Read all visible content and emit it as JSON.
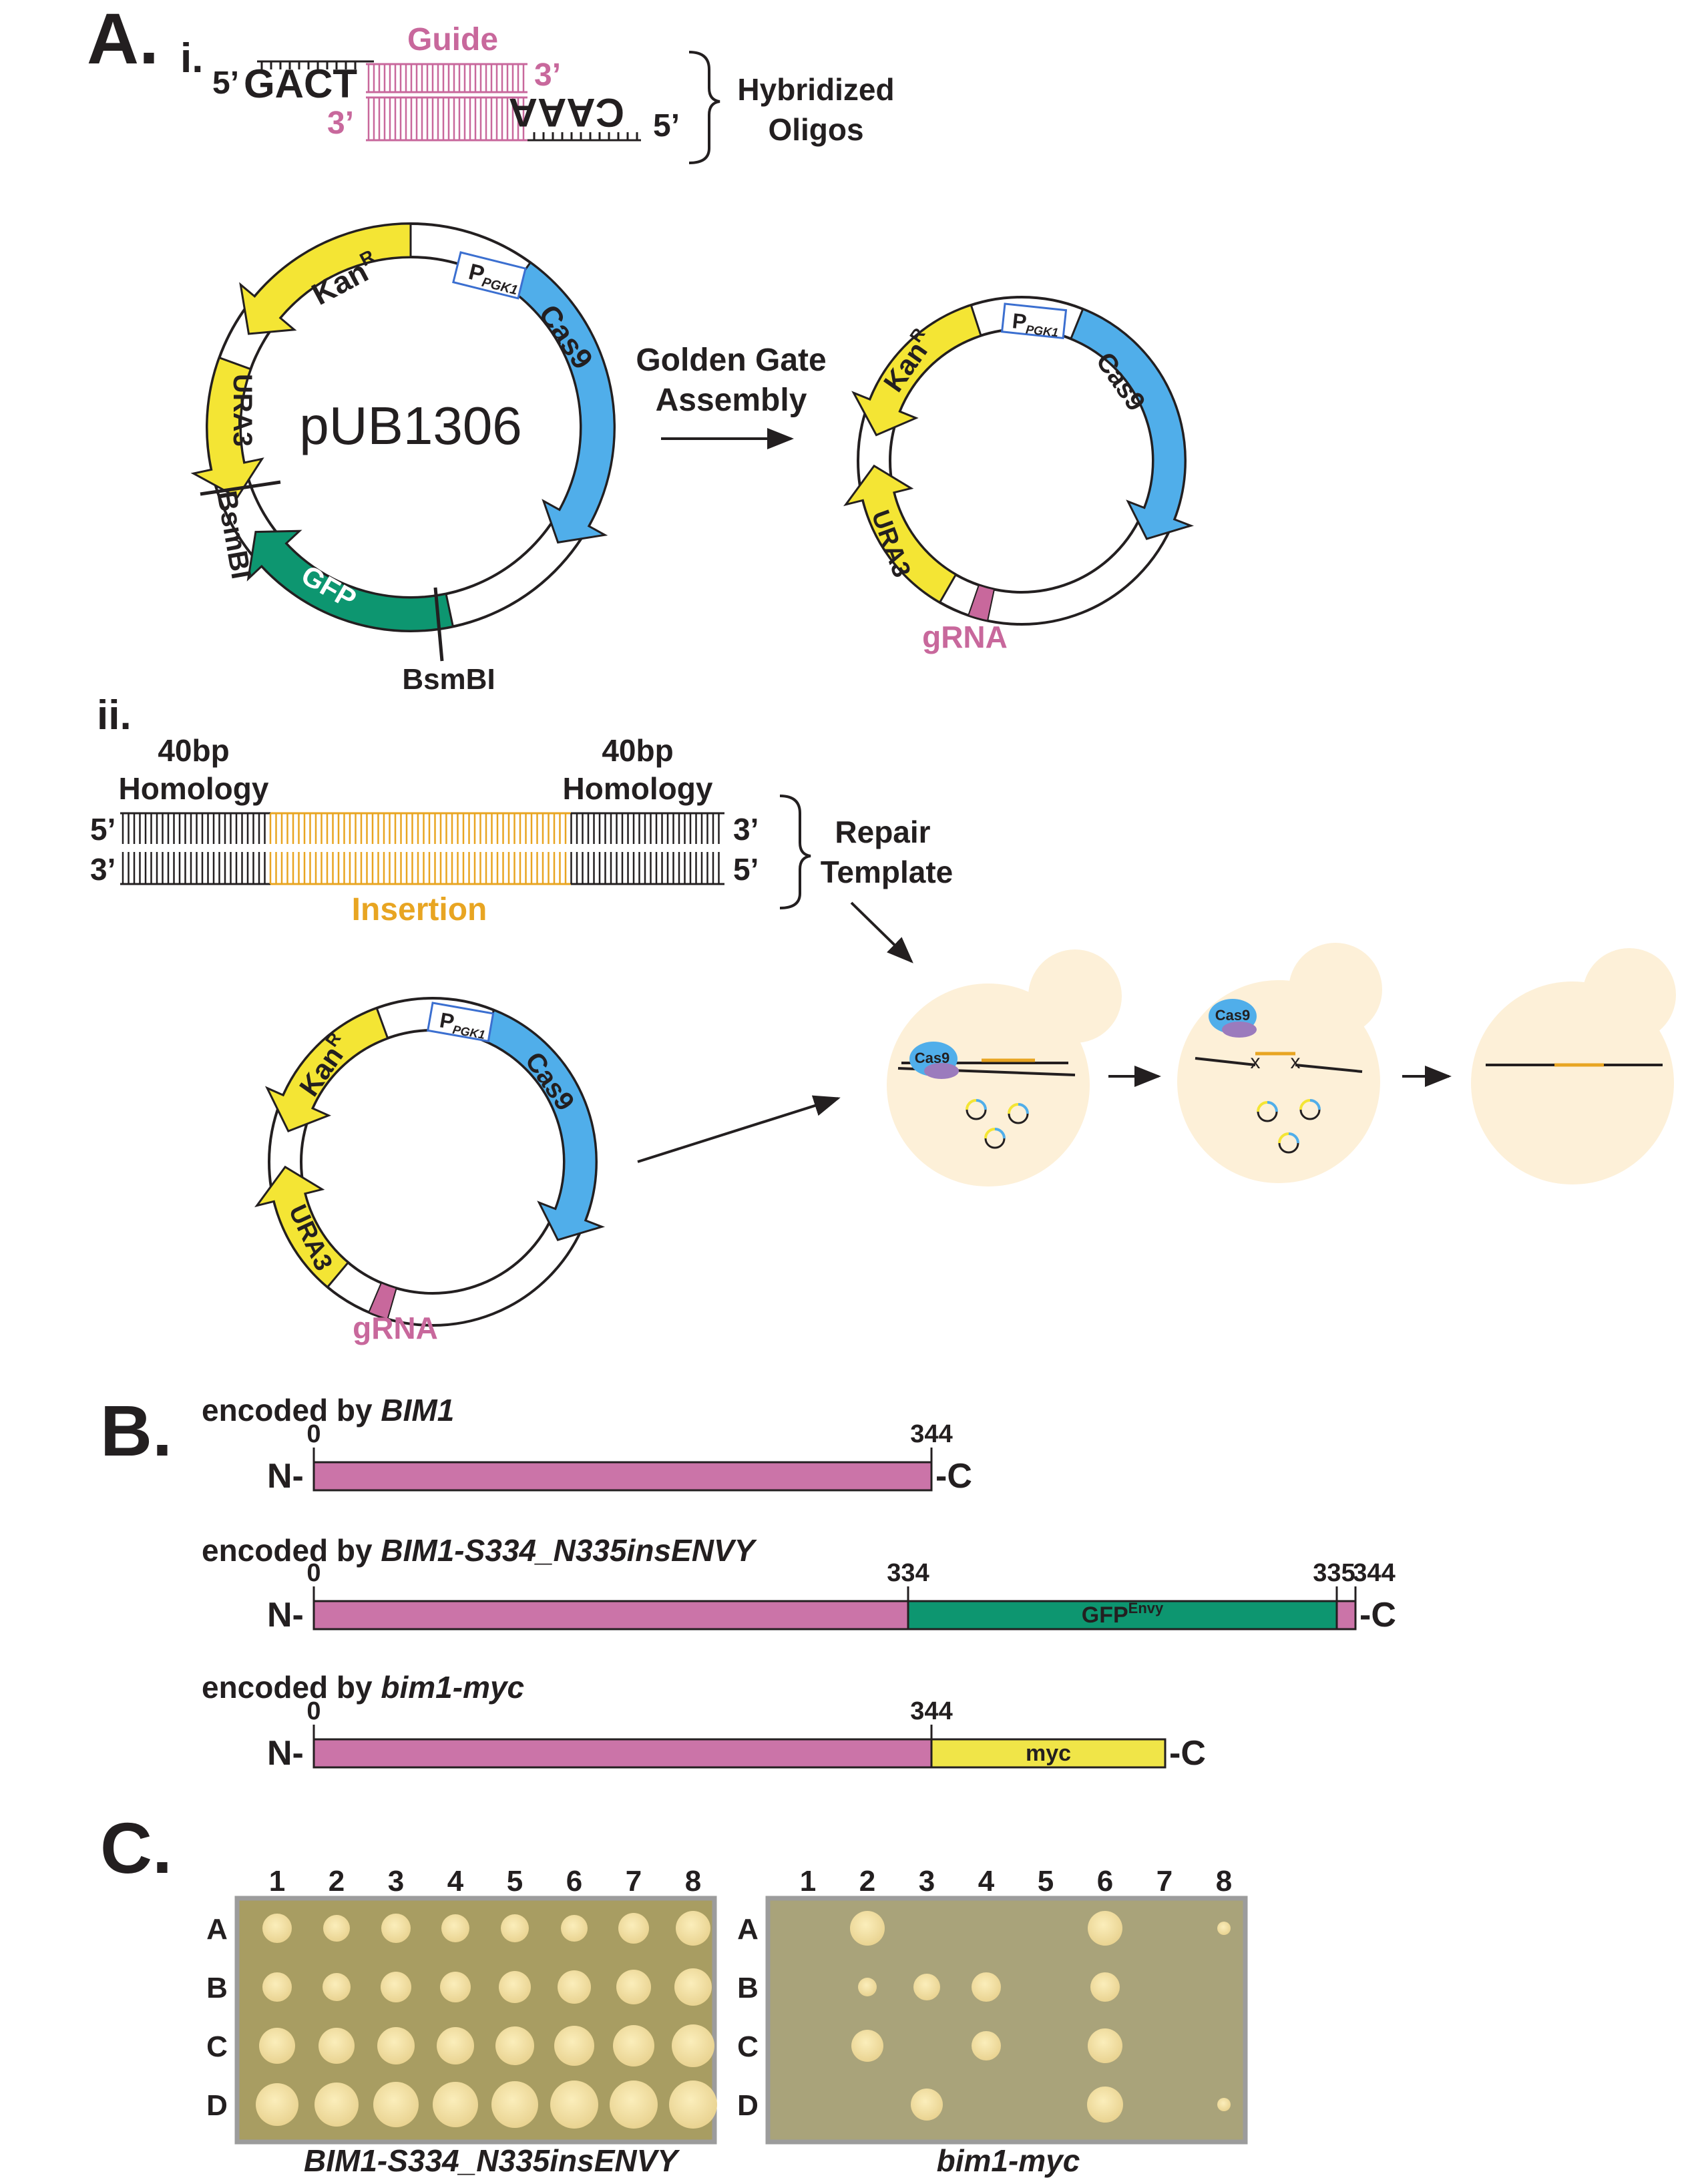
{
  "panel_labels": {
    "a": "A.",
    "b": "B.",
    "c": "C."
  },
  "subpanels": {
    "i": "i.",
    "ii": "ii."
  },
  "oligos": {
    "top_5": "5’",
    "top_seq": "GACT",
    "guide": "Guide",
    "top_3": "3’",
    "bot_3": "3’",
    "bot_seq": "CAAA",
    "bot_5": "5’",
    "bracket_line1": "Hybridized",
    "bracket_line2": "Oligos"
  },
  "plasmid_big": {
    "name": "pUB1306",
    "kan": "Kan",
    "kan_sup": "R",
    "promoter": "P",
    "promoter_sub": "PGK1",
    "cas9": "Cas9",
    "ura3": "URA3",
    "gfp": "GFP",
    "bsmbi_1": "BsmBI",
    "bsmbi_2": "BsmBI"
  },
  "arrow_label": {
    "line1": "Golden Gate",
    "line2": "Assembly"
  },
  "plasmid_small": {
    "kan": "Kan",
    "kan_sup": "R",
    "promoter": "P",
    "promoter_sub": "PGK1",
    "cas9": "Cas9",
    "ura3": "URA3",
    "grna": "gRNA"
  },
  "repair": {
    "hom_left_1": "40bp",
    "hom_left_2": "Homology",
    "hom_right_1": "40bp",
    "hom_right_2": "Homology",
    "top_5": "5’",
    "top_3": "3’",
    "bot_3": "3’",
    "bot_5": "5’",
    "insertion": "Insertion",
    "bracket_line1": "Repair",
    "bracket_line2": "Template"
  },
  "cells": {
    "cas9_1": "Cas9",
    "cas9_2": "Cas9",
    "cross_1": "x",
    "cross_2": "x"
  },
  "proteins": [
    {
      "title_prefix": "encoded by ",
      "title_gene": "BIM1",
      "n": "N-",
      "c": "-C",
      "marks": [
        "0",
        "344"
      ],
      "segments": [
        {
          "label": "",
          "from": 0,
          "to": 344,
          "color": "#cb74a8"
        }
      ]
    },
    {
      "title_prefix": "encoded by ",
      "title_gene": "BIM1-S334_N335insENVY",
      "n": "N-",
      "c": "-C",
      "marks": [
        "0",
        "334",
        "335",
        "344"
      ],
      "segments": [
        {
          "label": "",
          "color": "#cb74a8"
        },
        {
          "label": "GFP",
          "label_sup": "Envy",
          "color": "#0d9670"
        },
        {
          "label": "",
          "color": "#cb74a8"
        }
      ]
    },
    {
      "title_prefix": "encoded by ",
      "title_gene": "bim1-myc",
      "n": "N-",
      "c": "-C",
      "marks": [
        "0",
        "344"
      ],
      "segments": [
        {
          "label": "",
          "color": "#cb74a8"
        },
        {
          "label": "myc",
          "color": "#f0e548"
        }
      ]
    }
  ],
  "plates": [
    {
      "caption": "BIM1-S334_N335insENVY",
      "cols": [
        "1",
        "2",
        "3",
        "4",
        "5",
        "6",
        "7",
        "8"
      ],
      "rows": [
        "A",
        "B",
        "C",
        "D"
      ]
    },
    {
      "caption": "bim1-myc",
      "cols": [
        "1",
        "2",
        "3",
        "4",
        "5",
        "6",
        "7",
        "8"
      ],
      "rows": [
        "A",
        "B",
        "C",
        "D"
      ]
    }
  ],
  "colors": {
    "pink": "#c8689c",
    "green": "#0d9670",
    "yellow": "#f4e534",
    "blue": "#50aeea",
    "orange": "#e8a522",
    "cell": "#fdf0d8",
    "plate": "#a9a06c"
  }
}
